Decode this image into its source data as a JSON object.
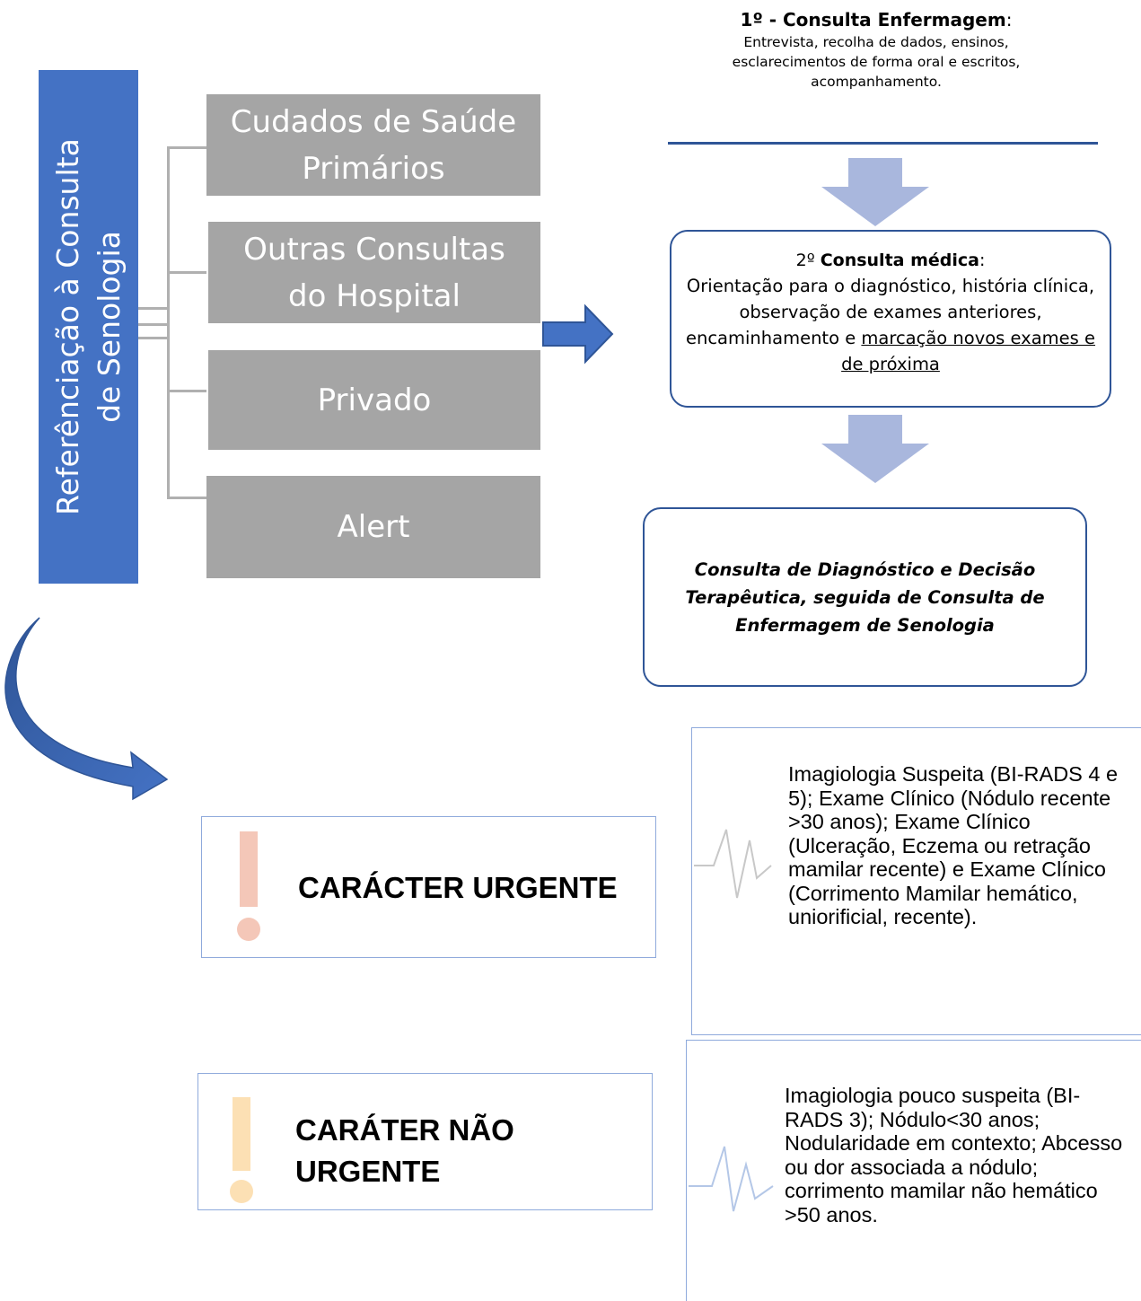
{
  "referral": {
    "title": "Referênciação à Consulta\nde Senologia"
  },
  "sources": [
    {
      "label": "Cudados de Saúde\nPrimários"
    },
    {
      "label": "Outras Consultas\ndo Hospital"
    },
    {
      "label": "Privado"
    },
    {
      "label": "Alert"
    }
  ],
  "nursing_consult": {
    "title_bold": "1º - Consulta Enfermagem",
    "title_suffix": ":",
    "description": "Entrevista, recolha de dados, ensinos, esclarecimentos de forma oral e escritos, acompanhamento."
  },
  "medical_consult": {
    "title_prefix": "2º ",
    "title_bold": "Consulta médica",
    "title_suffix": ":",
    "description": "Orientação para o diagnóstico, história clínica, observação de exames anteriores, encaminhamento e",
    "description_underlined": "marcação novos exames e de próxima"
  },
  "diagnosis_consult": {
    "text": "Consulta de Diagnóstico e Decisão Terapêutica, seguida de Consulta de Enfermagem de Senologia"
  },
  "urgent": {
    "label": "CARÁCTER URGENTE",
    "icon_color": "#f4c7b8",
    "criteria": "Imagiologia Suspeita (BI-RADS 4 e 5); Exame Clínico (Nódulo recente >30 anos); Exame Clínico (Ulceração, Eczema ou retração mamilar recente) e Exame Clínico (Corrimento Mamilar hemático, uniorificial, recente)."
  },
  "non_urgent": {
    "label": "CARÁTER NÃO\nURGENTE",
    "icon_color": "#fce0b4",
    "criteria": "Imagiologia pouco suspeita (BI-RADS 3); Nódulo<30 anos; Nodularidade em contexto; Abcesso ou dor associada a nódulo; corrimento mamilar não hemático >50 anos."
  },
  "colors": {
    "banner_blue": "#4472c4",
    "gray_box": "#a5a5a5",
    "arrow_light": "#a9b7dd",
    "border_dark_blue": "#2f5597"
  }
}
